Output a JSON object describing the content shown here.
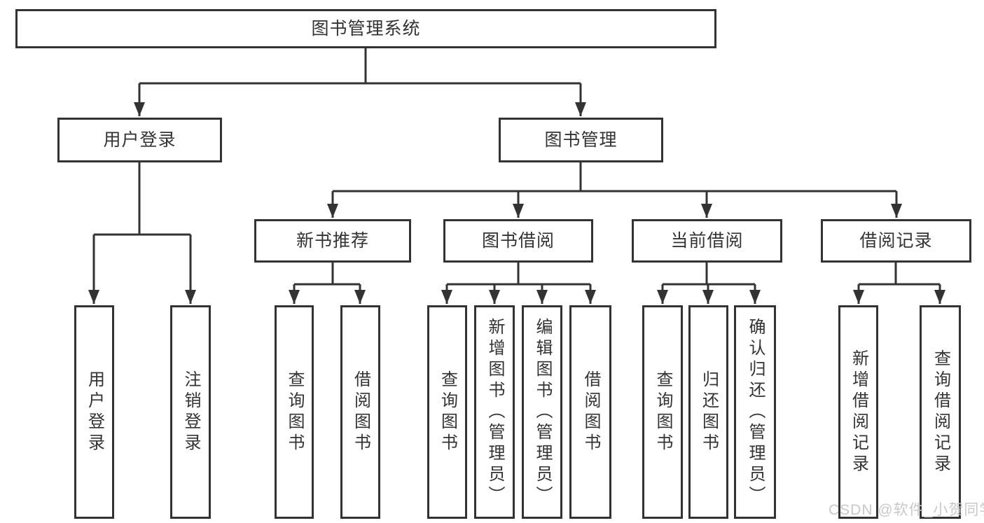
{
  "colors": {
    "line": "#333333",
    "text": "#333333",
    "background": "#ffffff",
    "watermark": "#c9c9c9"
  },
  "watermark": {
    "text": "CSDN @软件_小贺同学"
  },
  "nodes": {
    "root": {
      "label": "图书管理系统"
    },
    "user_login": {
      "label": "用户登录"
    },
    "book_mgmt": {
      "label": "图书管理"
    },
    "new_book_rec": {
      "label": "新书推荐"
    },
    "book_borrow": {
      "label": "图书借阅"
    },
    "current_borrow": {
      "label": "当前借阅"
    },
    "borrow_record": {
      "label": "借阅记录"
    },
    "leaf_user_login": {
      "label": "用户登录"
    },
    "leaf_logout": {
      "label": "注销登录"
    },
    "leaf_nbr_query": {
      "label": "查询图书"
    },
    "leaf_nbr_borrow": {
      "label": "借阅图书"
    },
    "leaf_bb_query": {
      "label": "查询图书"
    },
    "leaf_bb_add": {
      "label": "新增图书（管理员）"
    },
    "leaf_bb_edit": {
      "label": "编辑图书（管理员）"
    },
    "leaf_bb_borrow": {
      "label": "借阅图书"
    },
    "leaf_cb_query": {
      "label": "查询图书"
    },
    "leaf_cb_return": {
      "label": "归还图书"
    },
    "leaf_cb_confirm": {
      "label": "确认归还（管理员）"
    },
    "leaf_br_add": {
      "label": "新增借阅记录"
    },
    "leaf_br_query": {
      "label": "查询借阅记录"
    }
  },
  "edges": [
    {
      "from": "图书管理系统",
      "to": "用户登录"
    },
    {
      "from": "图书管理系统",
      "to": "图书管理"
    },
    {
      "from": "用户登录",
      "to": "用户登录"
    },
    {
      "from": "用户登录",
      "to": "注销登录"
    },
    {
      "from": "图书管理",
      "to": "新书推荐"
    },
    {
      "from": "图书管理",
      "to": "图书借阅"
    },
    {
      "from": "图书管理",
      "to": "当前借阅"
    },
    {
      "from": "图书管理",
      "to": "借阅记录"
    },
    {
      "from": "新书推荐",
      "to": "查询图书"
    },
    {
      "from": "新书推荐",
      "to": "借阅图书"
    },
    {
      "from": "图书借阅",
      "to": "查询图书"
    },
    {
      "from": "图书借阅",
      "to": "新增图书（管理员）"
    },
    {
      "from": "图书借阅",
      "to": "编辑图书（管理员）"
    },
    {
      "from": "图书借阅",
      "to": "借阅图书"
    },
    {
      "from": "当前借阅",
      "to": "查询图书"
    },
    {
      "from": "当前借阅",
      "to": "归还图书"
    },
    {
      "from": "当前借阅",
      "to": "确认归还（管理员）"
    },
    {
      "from": "借阅记录",
      "to": "新增借阅记录"
    },
    {
      "from": "借阅记录",
      "to": "查询借阅记录"
    }
  ]
}
